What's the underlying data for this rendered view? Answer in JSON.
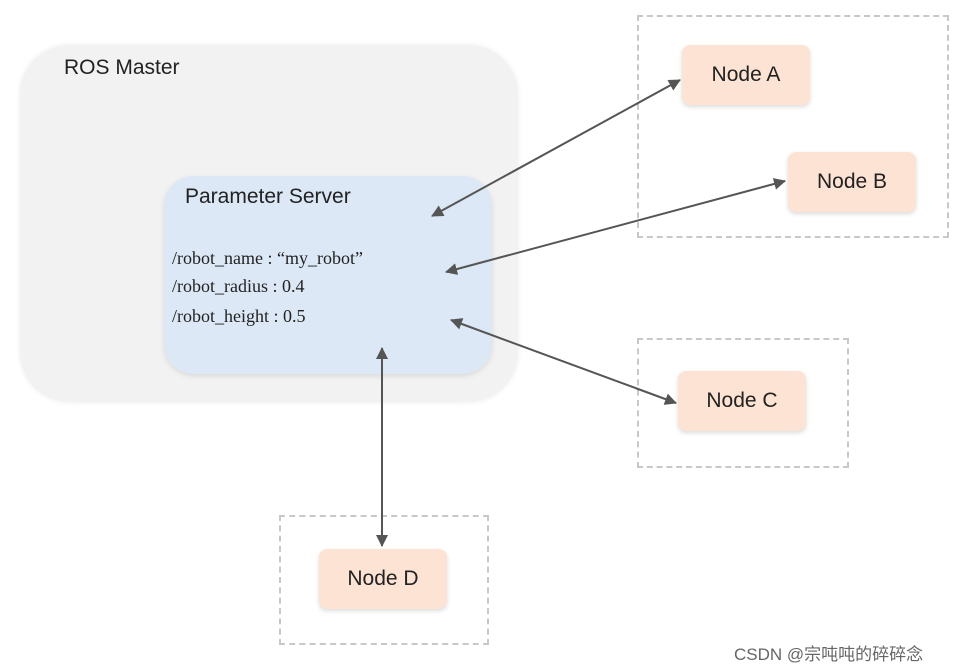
{
  "master": {
    "title": "ROS Master",
    "parameter_server": {
      "title": "Parameter Server",
      "entries": [
        "/robot_name : “my_robot”",
        "/robot_radius : 0.4",
        "/robot_height : 0.5"
      ]
    }
  },
  "nodes": {
    "a": "Node A",
    "b": "Node B",
    "c": "Node C",
    "d": "Node D"
  },
  "watermark": "CSDN @宗吨吨的碎碎念",
  "colors": {
    "master_bg": "#f2f2f2",
    "server_bg": "#dce8f5",
    "node_bg": "#fce3d3",
    "arrow": "#555555",
    "dashed_border": "#c8c8c8"
  }
}
